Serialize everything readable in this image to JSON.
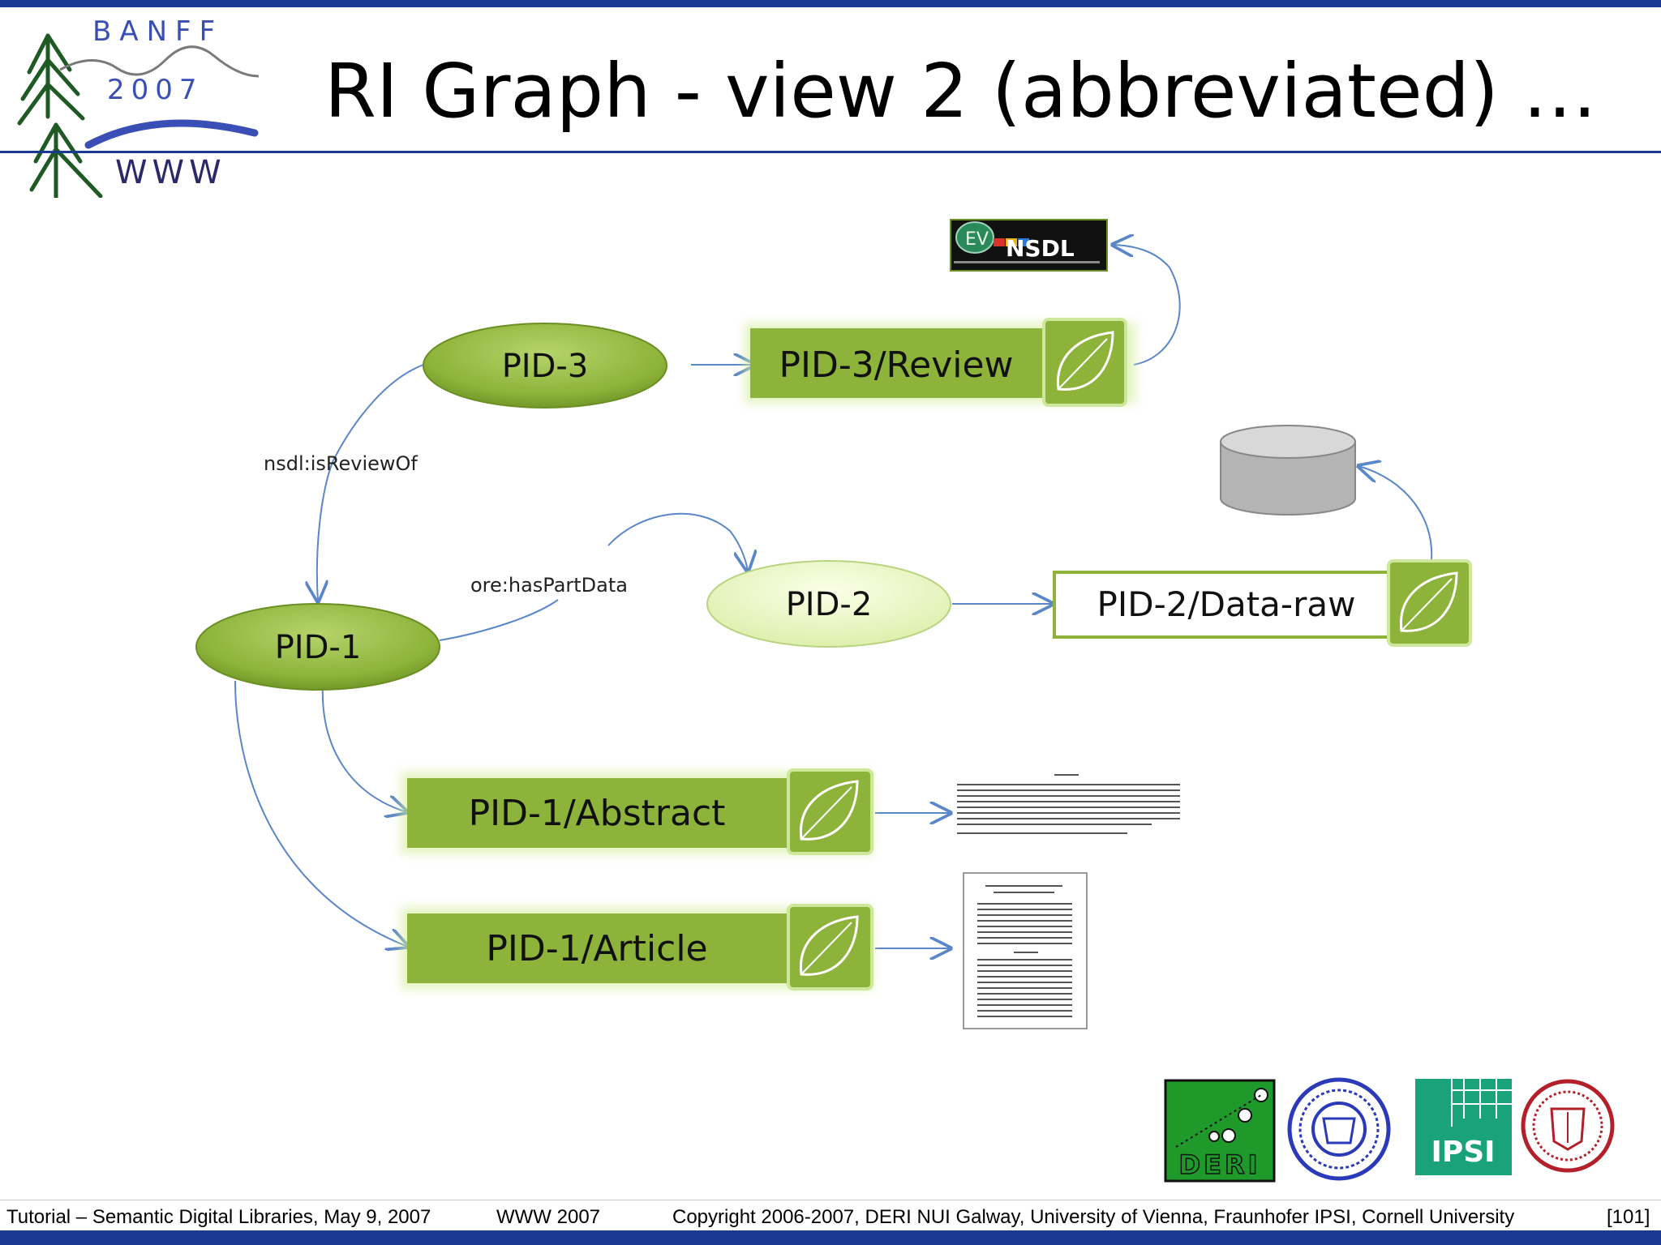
{
  "slide": {
    "title": "RI Graph - view 2 (abbreviated) …",
    "logo": {
      "top_text": "BANFF",
      "year": "2007",
      "bottom_text": "WWW"
    }
  },
  "diagram": {
    "nodes": {
      "pid3": "PID-3",
      "pid3_review": "PID-3/Review",
      "pid2": "PID-2",
      "pid2_data": "PID-2/Data-raw",
      "pid1": "PID-1",
      "pid1_abstract": "PID-1/Abstract",
      "pid1_article": "PID-1/Article"
    },
    "edge_labels": {
      "review_of": "nsdl:isReviewOf",
      "has_part_data": "ore:hasPartData"
    },
    "nsdl_logo": {
      "badge": "EV",
      "text": "NSDL"
    }
  },
  "sponsors": {
    "deri": "DERI",
    "ipsi": "IPSI"
  },
  "footer": {
    "tutorial": "Tutorial – Semantic Digital Libraries, May 9, 2007",
    "conference": "WWW 2007",
    "copyright": "Copyright 2006-2007, DERI NUI Galway, University of Vienna, Fraunhofer IPSI, Cornell University",
    "page": "[101]"
  },
  "colors": {
    "brand_blue": "#1a3a8f",
    "node_green": "#8db33a",
    "node_light": "#ecf7c8",
    "edge_blue": "#5b87c8"
  }
}
